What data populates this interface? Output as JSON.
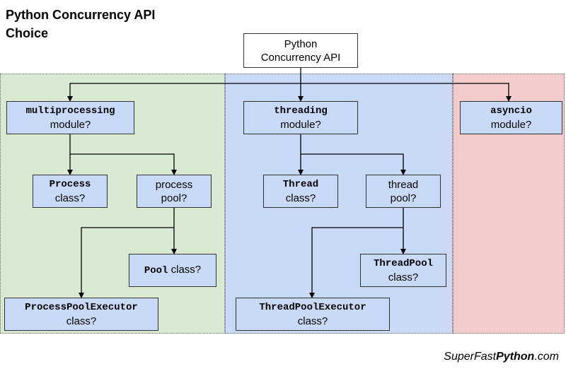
{
  "title": {
    "line1": "Python Concurrency API",
    "line2": "Choice"
  },
  "root": {
    "line1": "Python",
    "line2": "Concurrency API"
  },
  "multiprocessing": {
    "code": "multiprocessing",
    "text": "module?"
  },
  "threading": {
    "code": "threading",
    "text": "module?"
  },
  "asyncio": {
    "code": "asyncio",
    "text": "module?"
  },
  "process_class": {
    "code": "Process",
    "text": "class?"
  },
  "process_pool": {
    "line1": "process",
    "line2": "pool?"
  },
  "pool_class": {
    "code": "Pool",
    "text": " class?"
  },
  "process_pool_executor": {
    "code": "ProcessPoolExecutor",
    "text": "class?"
  },
  "thread_class": {
    "code": "Thread",
    "text": "class?"
  },
  "thread_pool": {
    "line1": "thread",
    "line2": "pool?"
  },
  "threadpool_class": {
    "code": "ThreadPool",
    "text": "class?"
  },
  "thread_pool_executor": {
    "code": "ThreadPoolExecutor",
    "text": "class?"
  },
  "footer": {
    "pre": "SuperFast",
    "brand": "Python",
    "post": ".com"
  }
}
